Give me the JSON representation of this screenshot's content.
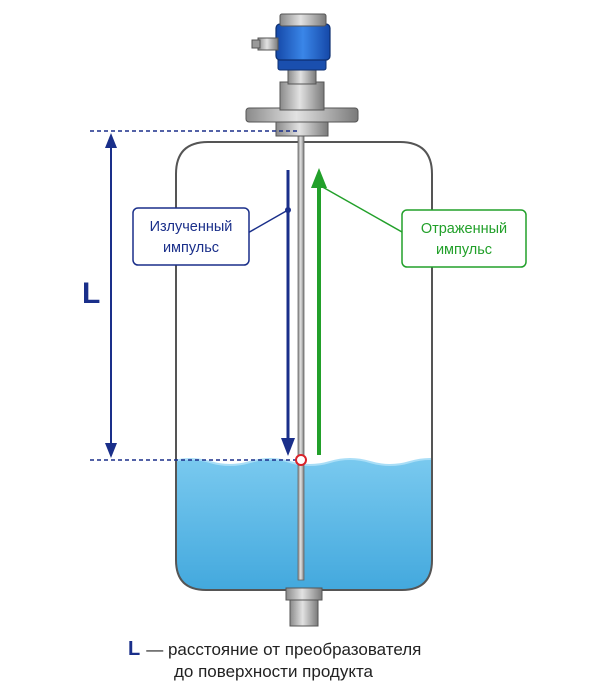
{
  "labels": {
    "emitted_line1": "Излученный",
    "emitted_line2": "импульс",
    "reflected_line1": "Отраженный",
    "reflected_line2": "импульс",
    "distance_letter": "L"
  },
  "caption": {
    "letter": "L",
    "line1": "— расстояние от преобразователя",
    "line2": "до поверхности продукта"
  },
  "colors": {
    "emitted": "#1a2f8a",
    "reflected": "#22a02a",
    "liquid": "#5fbde8",
    "device": "#1e64d2",
    "tank_outline": "#555555",
    "surface_marker": "#d9232a"
  },
  "icons": {
    "device": "radar-level-transmitter-icon",
    "tank": "tank-vessel-icon",
    "surface_marker": "surface-reflection-point-icon"
  }
}
